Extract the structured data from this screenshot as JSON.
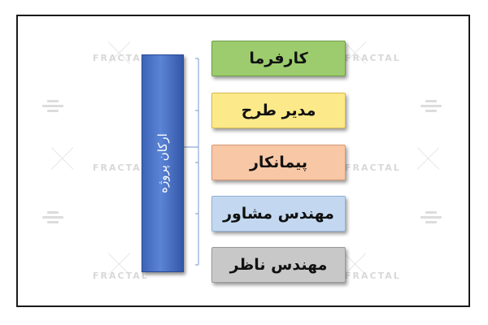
{
  "diagram": {
    "root": {
      "label": "ارکان پروژه",
      "color": "#4a72c4"
    },
    "children": [
      {
        "label": "کارفرما",
        "fill": "#9ccc6e",
        "border": "#6f9e45"
      },
      {
        "label": "مدیر طرح",
        "fill": "#fce98a",
        "border": "#d6bb4e"
      },
      {
        "label": "پیمانکار",
        "fill": "#f8c7a6",
        "border": "#d89a73"
      },
      {
        "label": "مهندس مشاور",
        "fill": "#c3d8f0",
        "border": "#8fb0d6"
      },
      {
        "label": "مهندس ناظر",
        "fill": "#c8c8c8",
        "border": "#9a9a9a"
      }
    ],
    "connector_color": "#8ea9d6"
  },
  "watermark": {
    "text": "FRACTAL"
  }
}
